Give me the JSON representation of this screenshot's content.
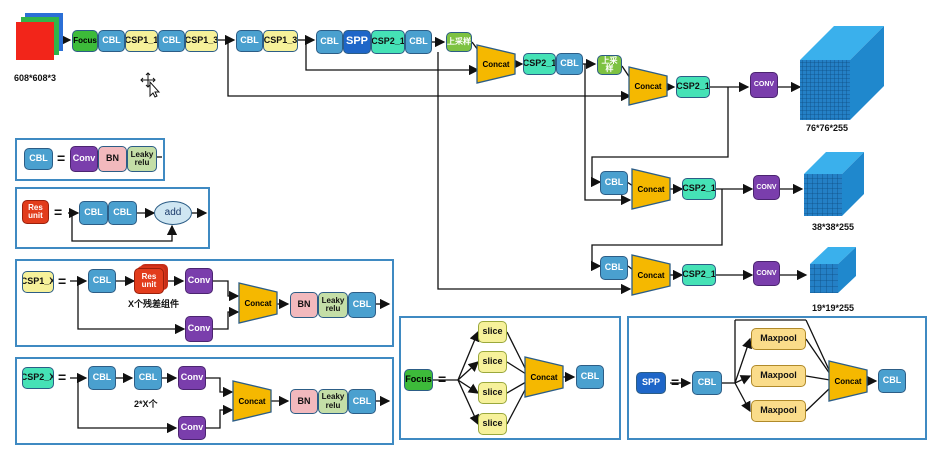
{
  "input": {
    "size_label": "608*608*3"
  },
  "backbone": {
    "focus": "Focus",
    "cbl": "CBL",
    "csp1_1": "CSP1_1",
    "csp1_3": "CSP1_3",
    "spp": "SPP",
    "csp2_1": "CSP2_1",
    "upsample": "上采样",
    "concat": "Concat",
    "conv": "CONV"
  },
  "outputs": {
    "large": "76*76*255",
    "medium": "38*38*255",
    "small": "19*19*255"
  },
  "legend_cbl": {
    "name": "CBL",
    "conv": "Conv",
    "bn": "BN",
    "leaky": "Leaky\nrelu"
  },
  "legend_res": {
    "name": "Res\nunit",
    "add": "add"
  },
  "legend_csp1": {
    "name": "CSP1_X",
    "note": "X个残差组件"
  },
  "legend_csp2": {
    "name": "CSP2_X",
    "note": "2*X个"
  },
  "legend_focus": {
    "name": "Focus",
    "slice": "slice"
  },
  "legend_spp": {
    "name": "SPP",
    "maxpool": "Maxpool"
  },
  "colors": {
    "cube": "#2e9fe0",
    "frame": "#3f8ac2",
    "concat": "#f5b800"
  }
}
